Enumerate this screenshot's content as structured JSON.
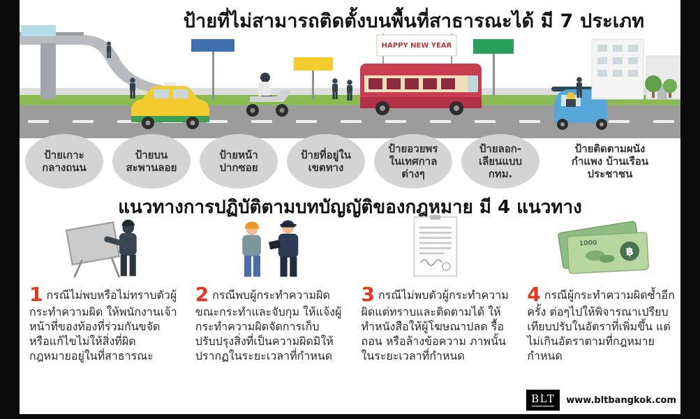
{
  "colors": {
    "accent_number": "#e2371f",
    "bus_red": "#c83d50",
    "circle_gray": "#d4d4d4",
    "road_gray": "#9c9c9c",
    "grass_green": "#8aba51",
    "taxi_yellow": "#f2cc2f",
    "tuktuk_blue": "#57a8d8"
  },
  "titles": {
    "main": "ป้ายที่ไม่สามารถติดตั้งบนพื้นที่สาธารณะได้ มี 7 ประเภท",
    "section": "แนวทางการปฏิบัติตามบทบัญญัติของกฎหมาย มี 4 แนวทาง"
  },
  "scene": {
    "banner_text": "HAPPY NEW YEAR"
  },
  "sign_types": [
    {
      "lines": [
        "ป้ายเกาะ",
        "กลางถนน"
      ]
    },
    {
      "lines": [
        "ป้ายบน",
        "สะพานลอย"
      ]
    },
    {
      "lines": [
        "ป้ายหน้า",
        "ปากซอย"
      ]
    },
    {
      "lines": [
        "ป้ายที่อยู่ใน",
        "เขตทาง"
      ]
    },
    {
      "lines": [
        "ป้ายอวยพร",
        "ในเทศกาล",
        "ต่างๆ"
      ]
    },
    {
      "lines": [
        "ป้ายลอก-",
        "เลียนแบบ",
        "กทม."
      ]
    },
    {
      "lines": [
        "ป้ายติดตามผนัง",
        "กำแพง บ้านเรือน",
        "ประชาชน"
      ]
    }
  ],
  "guidelines": [
    {
      "number": "1",
      "text": "กรณีไม่พบหรือไม่ทราบตัวผู้กระทำความผิด ให้พนักงานเจ้าหน้าที่ของท้องที่ร่วมกันขจัดหรือแก้ไขไม่ให้สิ่งที่ผิดกฎหมายอยู่ในที่สาธารณะ"
    },
    {
      "number": "2",
      "text": "กรณีพบผู้กระทำความผิดขณะกระทำและจับกุม ให้แจ้งผู้กระทำความผิดจัดการเก็บ ปรับปรุงสิ่งที่เป็นความผิดมิให้ปรากฏในระยะเวลาที่กำหนด"
    },
    {
      "number": "3",
      "text": "กรณีไม่พบตัวผู้กระทำความผิดแต่ทราบและติดตามได้ ให้ทำหนังสือให้ผู้โฆษณาปลด รื้อ ถอน หรือล้างข้อความ ภาพนั้นในระยะเวลาที่กำหนด"
    },
    {
      "number": "4",
      "text": "กรณีผู้กระทำความผิดซ้ำอีกครั้ง ต่อๆไปให้พิจารณาเปรียบเทียบปรับในอัตราที่เพิ่มขึ้น แต่ไม่เกินอัตราตามที่กฎหมายกำหนด"
    }
  ],
  "banknote": {
    "value": "1000",
    "currency": "฿"
  },
  "footer": {
    "logo": "BLT",
    "website": "www.bltbangkok.com"
  }
}
